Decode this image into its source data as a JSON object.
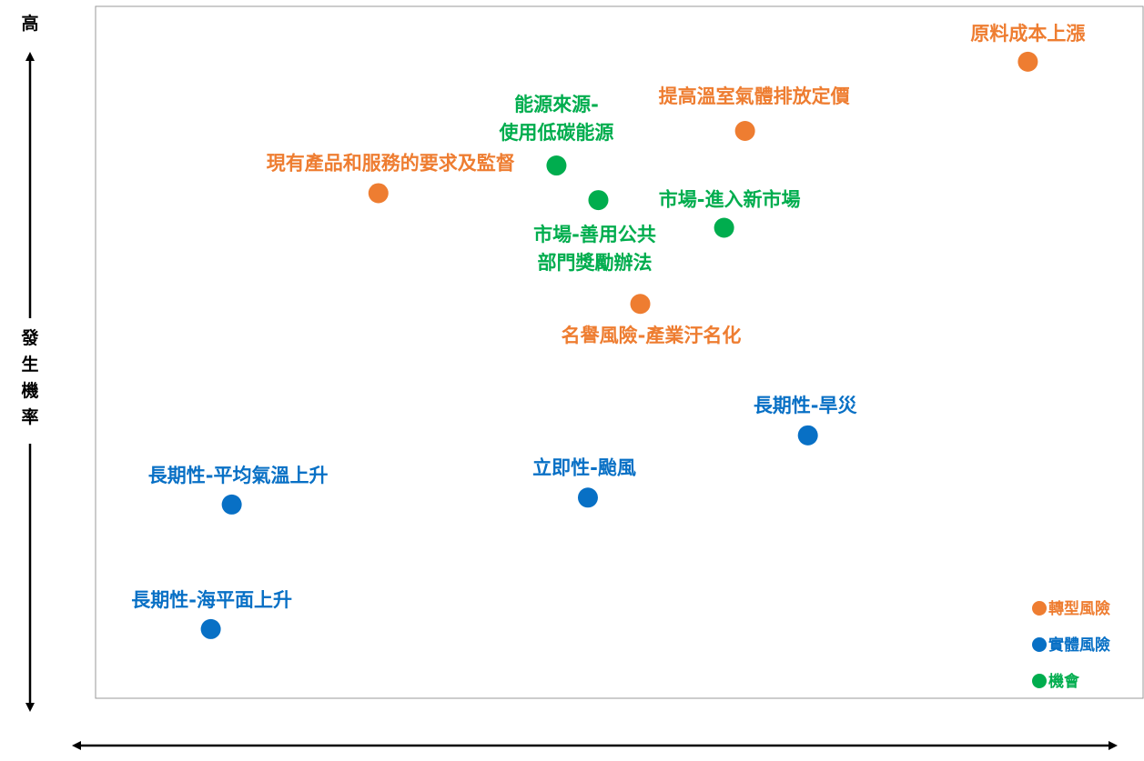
{
  "chart_data": {
    "type": "scatter",
    "y_axis": {
      "top_label": "高",
      "label": "發生機率"
    },
    "categories": [
      {
        "key": "transition",
        "name": "轉型風險",
        "color": "#EE7D31"
      },
      {
        "key": "physical",
        "name": "實體風險",
        "color": "#0870C5"
      },
      {
        "key": "opportunity",
        "name": "機會",
        "color": "#00AD4E"
      }
    ],
    "points": [
      {
        "category": "transition",
        "label": [
          "原料成本上漲"
        ],
        "x": 0.89,
        "y": 0.92
      },
      {
        "category": "transition",
        "label": [
          "提高溫室氣體排放定價"
        ],
        "x": 0.62,
        "y": 0.82
      },
      {
        "category": "transition",
        "label": [
          "現有產品和服務的要求及監督"
        ],
        "x": 0.27,
        "y": 0.73
      },
      {
        "category": "transition",
        "label": [
          "名譽風險-產業汙名化"
        ],
        "x": 0.52,
        "y": 0.57
      },
      {
        "category": "opportunity",
        "label": [
          "能源來源-",
          "使用低碳能源"
        ],
        "x": 0.44,
        "y": 0.77
      },
      {
        "category": "opportunity",
        "label": [
          "市場-進入新市場"
        ],
        "x": 0.6,
        "y": 0.68
      },
      {
        "category": "opportunity",
        "label": [
          "市場-善用公共",
          "部門獎勵辦法"
        ],
        "x": 0.48,
        "y": 0.72
      },
      {
        "category": "physical",
        "label": [
          "長期性-旱災"
        ],
        "x": 0.68,
        "y": 0.38
      },
      {
        "category": "physical",
        "label": [
          "立即性-颱風"
        ],
        "x": 0.47,
        "y": 0.29
      },
      {
        "category": "physical",
        "label": [
          "長期性-平均氣溫上升"
        ],
        "x": 0.13,
        "y": 0.28
      },
      {
        "category": "physical",
        "label": [
          "長期性-海平面上升"
        ],
        "x": 0.11,
        "y": 0.1
      }
    ]
  }
}
